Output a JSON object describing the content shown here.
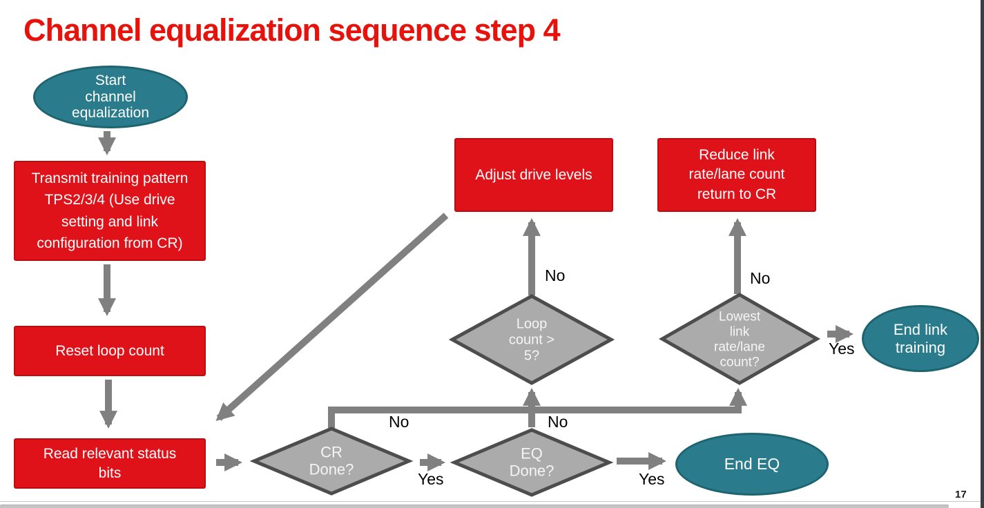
{
  "slide": {
    "title": "Channel equalization sequence step 4",
    "page_number": "17"
  },
  "colors": {
    "title_red": "#e8120c",
    "process_fill": "#df1119",
    "process_border": "#b80e12",
    "terminator_fill": "#2a7c8c",
    "terminator_border": "#1d6370",
    "decision_fill": "#ababab",
    "decision_border": "#4d4d4d",
    "arrow_gray": "#808080",
    "edge_label_text": "#000000",
    "node_text": "#ffffff"
  },
  "nodes": {
    "start": "Start\nchannel\nequalization",
    "transmit": "Transmit training pattern\nTPS2/3/4 (Use drive\nsetting and link\nconfiguration from CR)",
    "reset_loop": "Reset loop count",
    "read_status": "Read relevant status\nbits",
    "cr_done": "CR\nDone?",
    "eq_done": "EQ\nDone?",
    "loop_count": "Loop\ncount >\n5?",
    "lowest_link": "Lowest\nlink\nrate/lane\ncount?",
    "adjust_drive": "Adjust drive levels",
    "reduce_link": "Reduce link\nrate/lane count\nreturn to CR",
    "end_eq": "End EQ",
    "end_link": "End link\ntraining"
  },
  "edge_labels": {
    "cr_no": "No",
    "eq_no": "No",
    "loop_no": "No",
    "lowest_no": "No",
    "cr_yes": "Yes",
    "eq_yes": "Yes",
    "lowest_yes": "Yes"
  }
}
